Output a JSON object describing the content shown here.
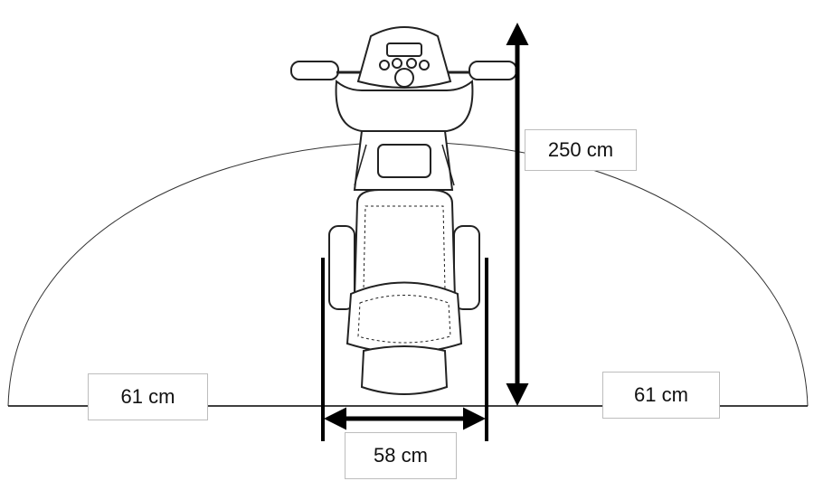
{
  "diagram": {
    "labels": {
      "height": "250 cm",
      "left_clearance": "61 cm",
      "right_clearance": "61 cm",
      "width": "58 cm"
    }
  }
}
